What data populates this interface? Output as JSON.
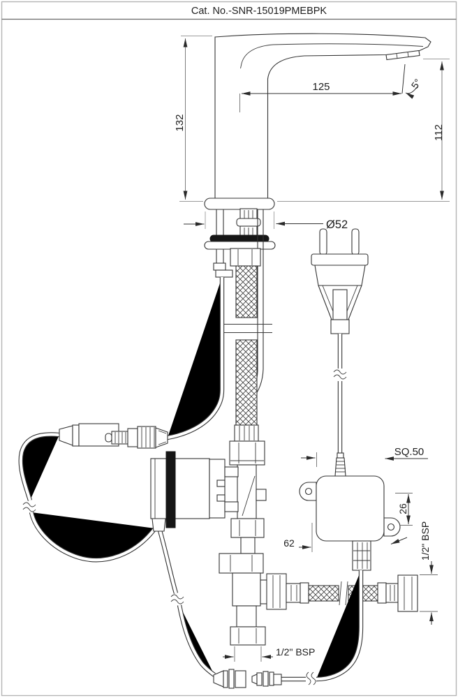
{
  "title": "Cat. No.-SNR-15019PMEBPK",
  "drawing": {
    "dimensions": {
      "faucet_height": "132",
      "spout_reach": "125",
      "spout_angle": "5°",
      "aerator_height": "112",
      "base_diameter": "Ø52",
      "control_box_square": "SQ.50",
      "mounting_hole_offset": "26",
      "control_box_width": "62",
      "thread_right": "1/2\" BSP",
      "thread_bottom": "1/2\" BSP"
    }
  },
  "colors": {
    "line": "#333333",
    "dimension_line": "#6e6e6e",
    "background": "#ffffff",
    "border": "#b5b5b5"
  }
}
